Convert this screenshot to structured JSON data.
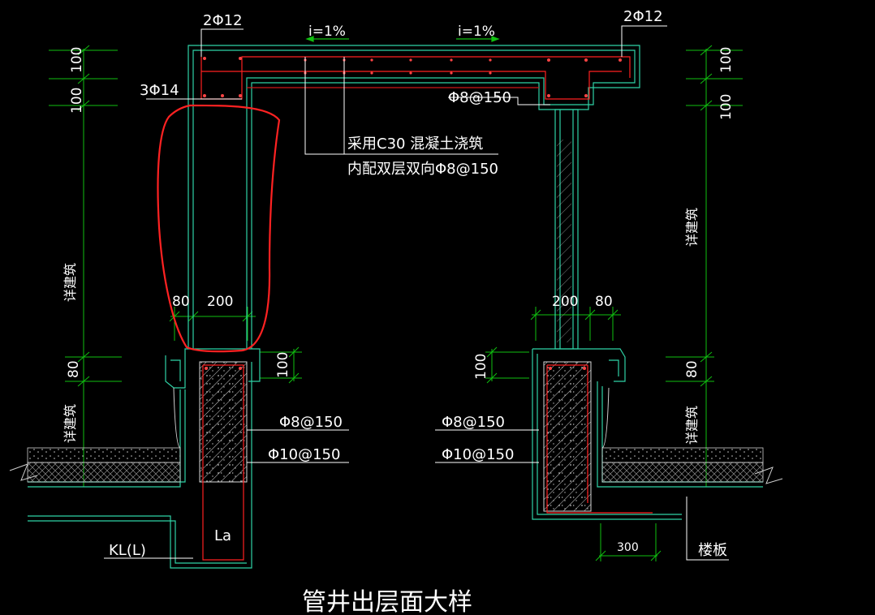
{
  "drawing": {
    "title": "管井出层面大样",
    "colors": {
      "background": "#000000",
      "outline": "#2fd2a6",
      "dimension": "#10c010",
      "rebar": "#ff2020",
      "text": "#ffffff",
      "markup": "#ff2222",
      "hatch": "#d8d8d8"
    },
    "slope_labels": [
      "i=1%",
      "i=1%"
    ],
    "rebar_labels": {
      "top_left": "2Φ12",
      "top_right": "2Φ12",
      "beam_left": "3Φ14",
      "stirrup_top": "Φ8@150",
      "wall_left_stirrup": "Φ8@150",
      "wall_left_bar": "Φ10@150",
      "wall_right_stirrup": "Φ8@150",
      "wall_right_bar": "Φ10@150"
    },
    "notes": [
      "采用C30 混凝土浇筑",
      "内配双层双向Φ8@150"
    ],
    "dimensions": {
      "left_top": "100",
      "left_second": "100",
      "right_top": "100",
      "right_second": "100",
      "left_wall_gap": "80",
      "left_wall_thick": "200",
      "right_wall_thick": "200",
      "right_wall_gap": "80",
      "left_curb": "100",
      "right_curb": "100",
      "left_lower": "80",
      "right_lower": "80",
      "bottom": "300"
    },
    "vertical_labels": {
      "left_mid": "详建筑",
      "left_low": "详建筑",
      "right_mid": "详建筑",
      "right_low": "详建筑"
    },
    "other_labels": {
      "anchor": "La",
      "beam": "KL(L)",
      "floor": "楼板"
    }
  }
}
